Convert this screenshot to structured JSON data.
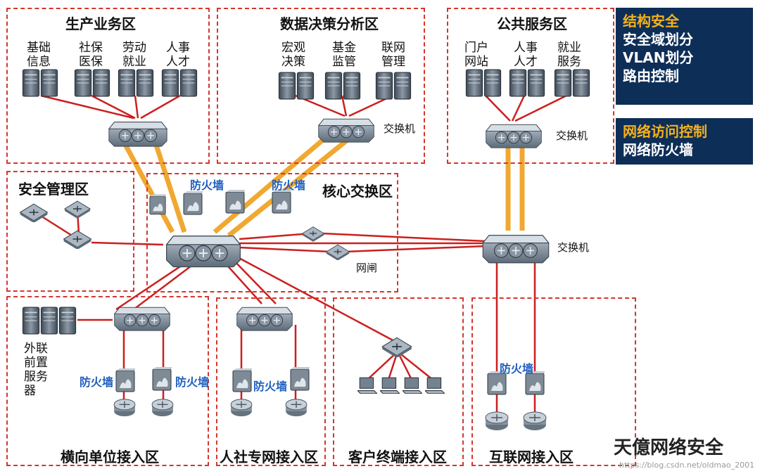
{
  "zones": {
    "production": "生产业务区",
    "decision": "数据决策分析区",
    "public": "公共服务区",
    "security_mgmt": "安全管理区",
    "core": "核心交换区",
    "horizontal": "横向单位接入区",
    "hrss": "人社专网接入区",
    "client": "客户终端接入区",
    "internet": "互联网接入区"
  },
  "servers": {
    "basic_info": [
      "基础",
      "信息"
    ],
    "social_medical": [
      "社保",
      "医保"
    ],
    "labor_employment": [
      "劳动",
      "就业"
    ],
    "hr_talent": [
      "人事",
      "人才"
    ],
    "macro_decision": [
      "宏观",
      "决策"
    ],
    "fund_supervision": [
      "基金",
      "监管"
    ],
    "network_mgmt": [
      "联网",
      "管理"
    ],
    "portal": [
      "门户",
      "网站"
    ],
    "pub_hr_talent": [
      "人事",
      "人才"
    ],
    "employment_service": [
      "就业",
      "服务"
    ],
    "external_server": [
      "外联",
      "前置",
      "服务",
      "器"
    ]
  },
  "labels": {
    "switch": "交换机",
    "firewall": "防火墙",
    "gateway": "网闸"
  },
  "legend": {
    "box1_header": "结构安全",
    "box1_items": [
      "安全域划分",
      "VLAN划分",
      "路由控制"
    ],
    "box2_header": "网络访问控制",
    "box2_items": [
      "网络防火墙"
    ]
  },
  "watermark": {
    "brand": "天億网络安全",
    "url": "https://blog.csdn.net/oldmao_2001"
  },
  "colors": {
    "zone_border": "#d2372f",
    "red_link": "#cc1f1f",
    "trunk_link": "#f0a830",
    "legend_bg": "#0d2e57",
    "legend_header": "#f3b11c",
    "firewall_label": "#1f5fbf"
  }
}
